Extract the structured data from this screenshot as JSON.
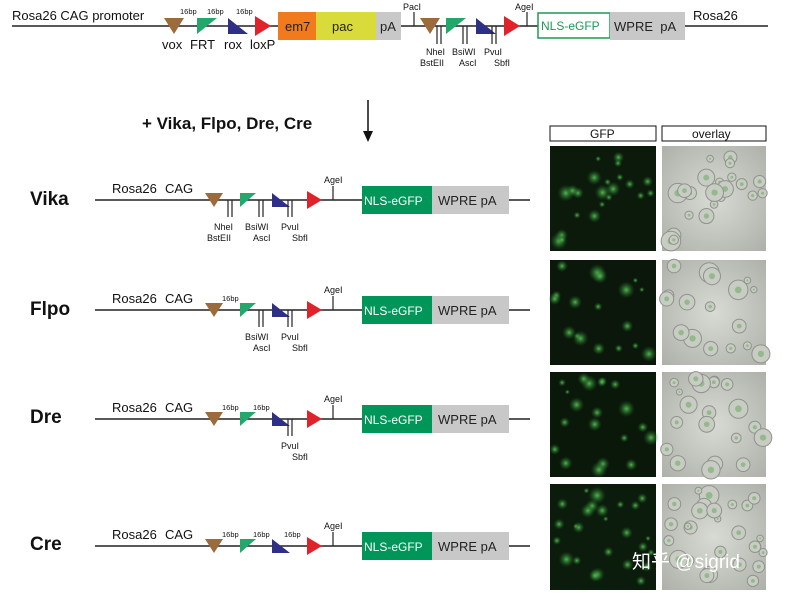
{
  "top_construct": {
    "left_label": "Rosa26 CAG promoter",
    "right_label": "Rosa26",
    "spacer_label": "16bp",
    "site_labels": [
      "vox",
      "FRT",
      "rox",
      "loxP"
    ],
    "boxes": [
      "em7",
      "pac",
      "pA",
      "NLS-eGFP",
      "WPRE  pA"
    ],
    "restriction_sites": [
      "PacI",
      "NheI",
      "BstEII",
      "BsiWI",
      "AscI",
      "PvuI",
      "SbfI",
      "AgeI"
    ]
  },
  "recombinase_note": "+ Vika, Flpo, Dre, Cre",
  "constructs": [
    {
      "name": "Vika",
      "label_a": "Rosa26",
      "label_b": "CAG",
      "enzymes": [
        "NheI",
        "BstEII",
        "BsiWI",
        "AscI",
        "PvuI",
        "SbfI"
      ],
      "agei": "AgeI",
      "gfp": "NLS-eGFP",
      "wpre": "WPRE pA"
    },
    {
      "name": "Flpo",
      "label_a": "Rosa26",
      "label_b": "CAG",
      "spacer": "16bp",
      "enzymes": [
        "BsiWI",
        "AscI",
        "PvuI",
        "SbfI"
      ],
      "agei": "AgeI",
      "gfp": "NLS-eGFP",
      "wpre": "WPRE pA"
    },
    {
      "name": "Dre",
      "label_a": "Rosa26",
      "label_b": "CAG",
      "spacers": [
        "16bp",
        "16bp"
      ],
      "enzymes": [
        "PvuI",
        "SbfI"
      ],
      "agei": "AgeI",
      "gfp": "NLS-eGFP",
      "wpre": "WPRE pA"
    },
    {
      "name": "Cre",
      "label_a": "Rosa26",
      "label_b": "CAG",
      "spacers": [
        "16bp",
        "16bp",
        "16bp"
      ],
      "agei": "AgeI",
      "gfp": "NLS-eGFP",
      "wpre": "WPRE pA"
    }
  ],
  "image_columns": {
    "gfp": "GFP",
    "overlay": "overlay"
  },
  "watermark": "知乎 @sigrid",
  "colors": {
    "vox": "#9b6b3c",
    "frt": "#23a86b",
    "rox": "#2e2f86",
    "loxp": "#e0222b",
    "em7": "#f07a1c",
    "pac": "#d9db3a",
    "gray_box": "#c8c8c8",
    "gfp_box": "#00965a",
    "gfp_outline": "#1e9a57"
  }
}
